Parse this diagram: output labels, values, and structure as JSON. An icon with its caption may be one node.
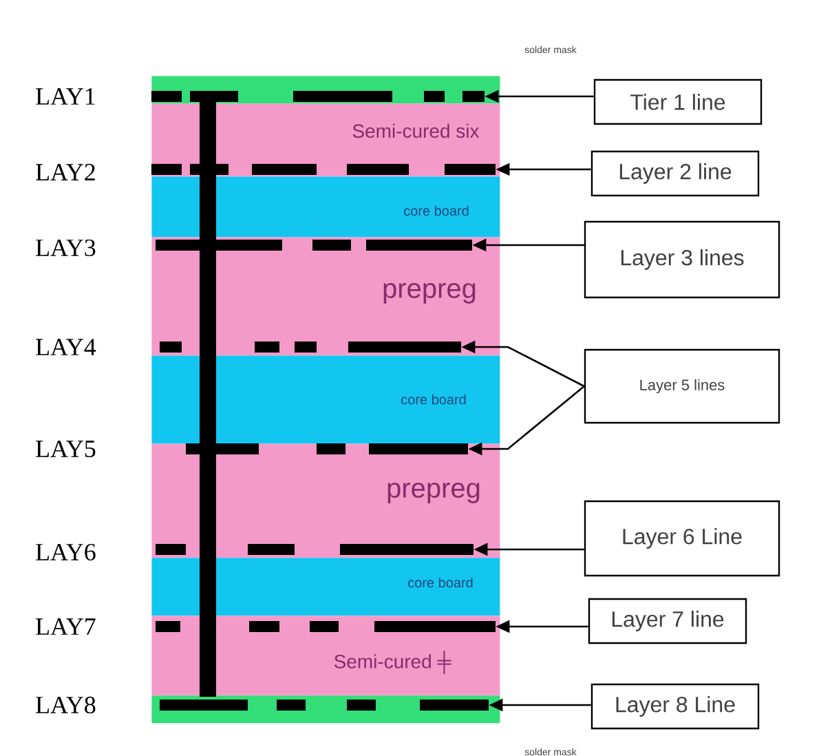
{
  "diagram": {
    "nodes": [
      {
        "text": [],
        "shape": "bar",
        "beside": [
          "solder mask"
        ]
      },
      {
        "text": [
          "Semi-cured six"
        ]
      },
      {
        "text": [
          "core board"
        ]
      },
      {
        "text": [
          "prepreg"
        ]
      },
      {
        "text": [
          "core board"
        ]
      },
      {
        "text": [
          "prepreg"
        ]
      },
      {
        "text": [
          "core board"
        ]
      },
      {
        "text": [
          "Semi-cured ╪"
        ]
      },
      {
        "text": [],
        "shape": "bar",
        "beside": [
          "solder mask"
        ]
      },
      {
        "text": [],
        "shape": "bar",
        "in": 0
      },
      {
        "text": [],
        "shape": "bar",
        "in": 1
      },
      {
        "text": [],
        "shape": "bar",
        "in": 3
      },
      {
        "text": [],
        "shape": "bar",
        "in": 3
      },
      {
        "text": [],
        "shape": "bar",
        "in": 5
      },
      {
        "text": [],
        "shape": "bar",
        "in": 5
      },
      {
        "text": [],
        "shape": "bar",
        "in": 7
      },
      {
        "text": [],
        "shape": "bar",
        "in": 8
      },
      {
        "text": [
          "Tier 1 line"
        ]
      },
      {
        "text": [
          "Layer 2 line"
        ]
      },
      {
        "text": [
          "Layer 3 lines"
        ]
      },
      {
        "text": [
          "Layer 5 lines"
        ]
      },
      {
        "text": [
          "Layer 6 Line"
        ]
      },
      {
        "text": [
          "Layer 7 line"
        ]
      },
      {
        "text": [
          "Layer 8 Line"
        ]
      }
    ],
    "edges": [
      {
        "from": 17,
        "to": 9,
        "arrow": "to"
      },
      {
        "from": 18,
        "to": 10,
        "arrow": "to"
      },
      {
        "from": 19,
        "to": 11,
        "arrow": "to"
      },
      {
        "from": 20,
        "to": 12,
        "arrow": "to"
      },
      {
        "from": 20,
        "to": 13,
        "arrow": "to"
      },
      {
        "from": 21,
        "to": 14,
        "arrow": "to"
      },
      {
        "from": 22,
        "to": 15,
        "arrow": "to"
      },
      {
        "from": 23,
        "to": 16,
        "arrow": "to"
      }
    ],
    "labels": [
      "LAY1",
      "LAY2",
      "LAY3",
      "LAY4",
      "LAY5",
      "LAY6",
      "LAY7",
      "LAY8"
    ]
  }
}
